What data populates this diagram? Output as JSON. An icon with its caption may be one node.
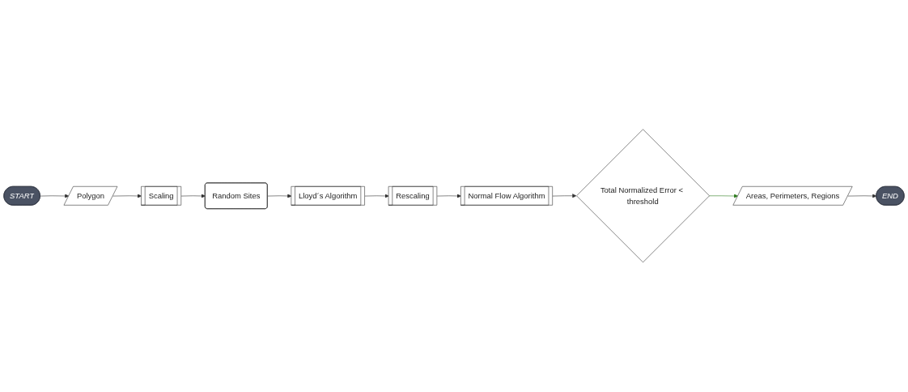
{
  "diagram": {
    "nodes": [
      {
        "text": [
          "START"
        ]
      },
      {
        "text": [
          "Polygon"
        ]
      },
      {
        "text": [
          "Scaling"
        ]
      },
      {
        "text": [
          "Random Sites"
        ]
      },
      {
        "text": [
          "Lloyd´s Algorithm"
        ]
      },
      {
        "text": [
          "Rescaling"
        ]
      },
      {
        "text": [
          "Normal Flow Algorithm"
        ]
      },
      {
        "text": [
          "Total Normalized Error < threshold"
        ]
      },
      {
        "text": [
          "Areas, Perimeters, Regions"
        ]
      },
      {
        "text": [
          "END"
        ]
      }
    ],
    "edges": [
      {
        "from": 0,
        "to": 1,
        "arrow": "to"
      },
      {
        "from": 1,
        "to": 2,
        "arrow": "to"
      },
      {
        "from": 2,
        "to": 3,
        "arrow": "to"
      },
      {
        "from": 3,
        "to": 4,
        "arrow": "to"
      },
      {
        "from": 4,
        "to": 5,
        "arrow": "to"
      },
      {
        "from": 5,
        "to": 6,
        "arrow": "to"
      },
      {
        "from": 6,
        "to": 7,
        "arrow": "to"
      },
      {
        "from": 7,
        "to": 8,
        "arrow": "to",
        "color": "#2e7d1e"
      },
      {
        "from": 8,
        "to": 9,
        "arrow": "to"
      }
    ]
  }
}
